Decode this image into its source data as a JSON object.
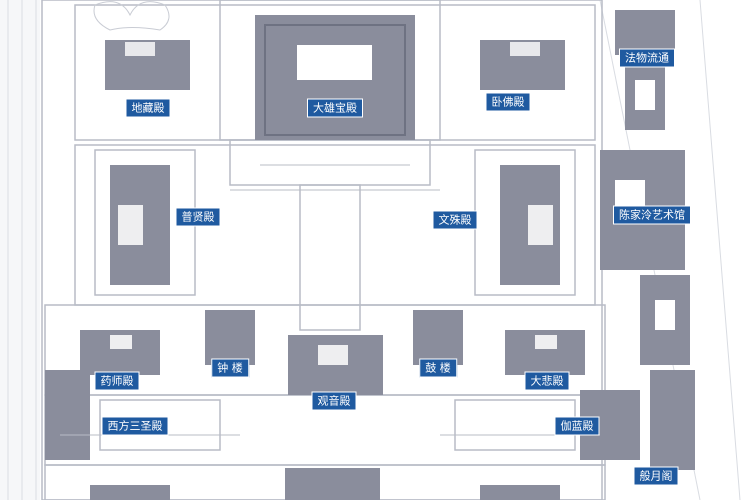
{
  "colors": {
    "label_bg": "#1f5aa0",
    "building_fill": "#8a8d9c",
    "building_dark": "#6e7282",
    "ground": "#ffffff",
    "courtyard": "#f4f5f7",
    "line": "#b8bcc6"
  },
  "labels": {
    "dizang": "地藏殿",
    "daxiong": "大雄宝殿",
    "wofo": "卧佛殿",
    "fawu": "法物流通",
    "puxian": "普贤殿",
    "wenshu": "文殊殿",
    "chenjialing": "陈家泠艺术馆",
    "zhonglou": "钟 楼",
    "gulou": "鼓 楼",
    "guanyin": "观音殿",
    "yaoshi": "药师殿",
    "dabei": "大悲殿",
    "xifang": "西方三圣殿",
    "qielan": "伽蓝殿",
    "banyue": "般月阁"
  }
}
